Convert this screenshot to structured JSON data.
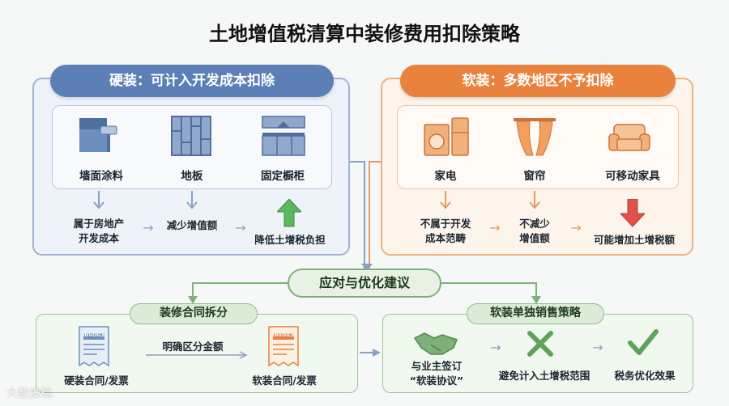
{
  "title": "土地增值税清算中装修费用扣除策略",
  "hard": {
    "header": "硬装：可计入开发成本扣除",
    "items": [
      "墙面涂料",
      "地板",
      "固定橱柜"
    ],
    "flow": [
      "属于房地产\n开发成本",
      "减少增值额",
      "降低土增税负担"
    ]
  },
  "soft": {
    "header": "软装：多数地区不予扣除",
    "items": [
      "家电",
      "窗帘",
      "可移动家具"
    ],
    "flow": [
      "不属于开发\n成本范畴",
      "不减少\n增值额",
      "可能增加土增税额"
    ]
  },
  "center": "应对与优化建议",
  "left_section": {
    "tag": "装修合同拆分",
    "invoice_text": "INVOICE",
    "contract_hard": "硬装合同/发票",
    "middle": "明确区分金额",
    "contract_soft": "软装合同/发票"
  },
  "right_section": {
    "tag": "软装单独销售策略",
    "step1": "与业主签订\n“软装协议”",
    "step2": "避免计入土增税范围",
    "step3": "税务优化效果"
  },
  "watermark": "大数投稿",
  "colors": {
    "blue_accent": "#5c7fb8",
    "orange_accent": "#e9823d",
    "green_accent": "#7fb07a",
    "up_arrow": "#5cb85c",
    "down_arrow": "#e0514a"
  }
}
